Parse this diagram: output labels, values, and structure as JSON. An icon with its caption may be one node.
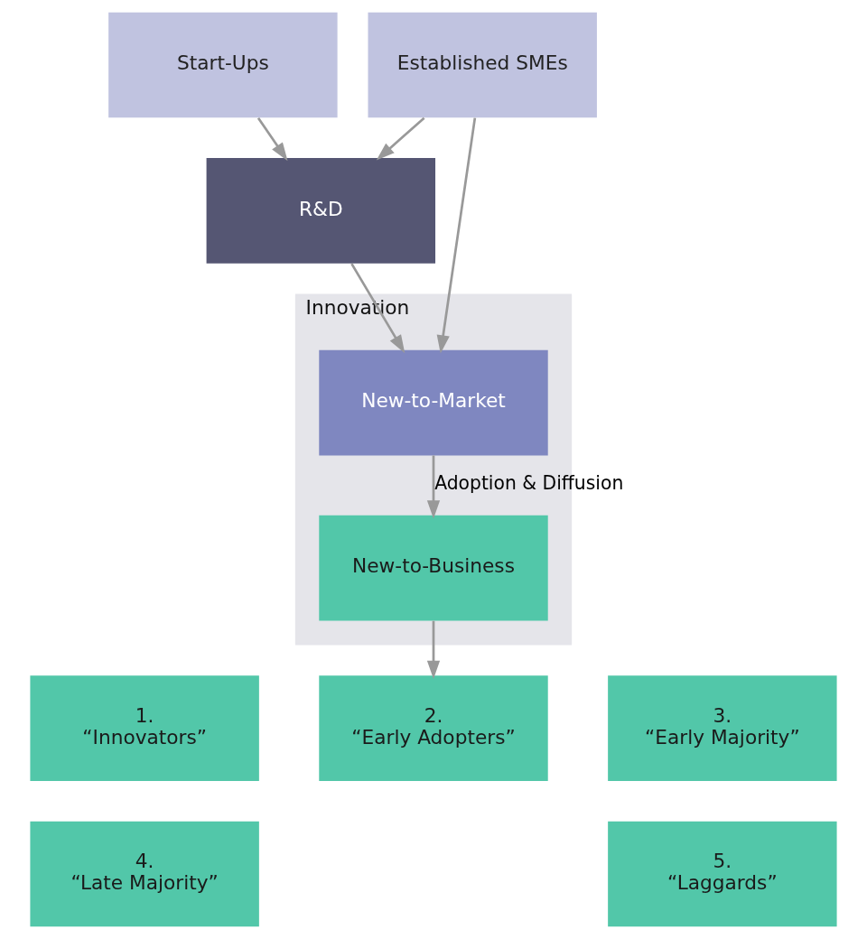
{
  "diagram": {
    "nodes": [
      {
        "text": [
          "Start-Ups"
        ]
      },
      {
        "text": [
          "Established SMEs"
        ]
      },
      {
        "text": [
          "R&D"
        ]
      },
      {
        "text": [
          "Innovation"
        ]
      },
      {
        "text": [
          "New-to-Market"
        ],
        "in": 3
      },
      {
        "text": [
          "New-to-Business"
        ],
        "in": 3
      },
      {
        "text": [
          "1.",
          "“Innovators”"
        ]
      },
      {
        "text": [
          "2.",
          "“Early Adopters”"
        ]
      },
      {
        "text": [
          "3.",
          "“Early Majority”"
        ]
      },
      {
        "text": [
          "4.",
          "“Late Majority”"
        ]
      },
      {
        "text": [
          "5.",
          "“Laggards”"
        ]
      }
    ],
    "edges": [
      {
        "from": 0,
        "to": 2,
        "arrow": "to"
      },
      {
        "from": 1,
        "to": 2,
        "arrow": "to"
      },
      {
        "from": 2,
        "to": 4,
        "arrow": "to"
      },
      {
        "from": 1,
        "to": 4,
        "arrow": "to"
      },
      {
        "from": 4,
        "to": 5,
        "arrow": "to",
        "label": "Adoption & Diffusion"
      },
      {
        "from": 5,
        "to": 7,
        "arrow": "to"
      }
    ]
  }
}
